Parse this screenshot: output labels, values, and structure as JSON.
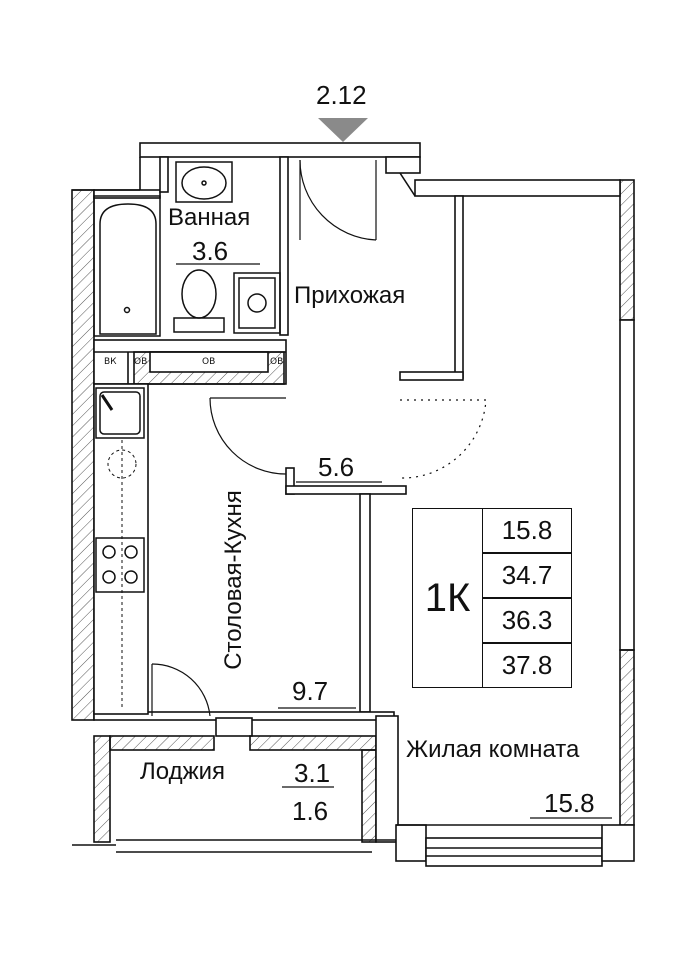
{
  "plan": {
    "marker": {
      "label": "2.12"
    },
    "rooms": {
      "bathroom": {
        "name": "Ванная",
        "area": "3.6"
      },
      "hallway": {
        "name": "Прихожая",
        "area": "5.6"
      },
      "kitchen": {
        "name": "Столовая-Кухня",
        "area": "9.7"
      },
      "living": {
        "name": "Жилая комната",
        "area": "15.8"
      },
      "loggia": {
        "name": "Лоджия",
        "area": "3.1",
        "area2": "1.6"
      }
    },
    "fixtures": {
      "vk": "ВК",
      "ov1": "ОВ",
      "ov2": "ОВ",
      "ov3": "ОВ"
    },
    "summary": {
      "type": "1К",
      "values": [
        "15.8",
        "34.7",
        "36.3",
        "37.8"
      ]
    }
  },
  "colors": {
    "line": "#111111",
    "hatch": "#555555",
    "marker": "#8a8a8a"
  }
}
